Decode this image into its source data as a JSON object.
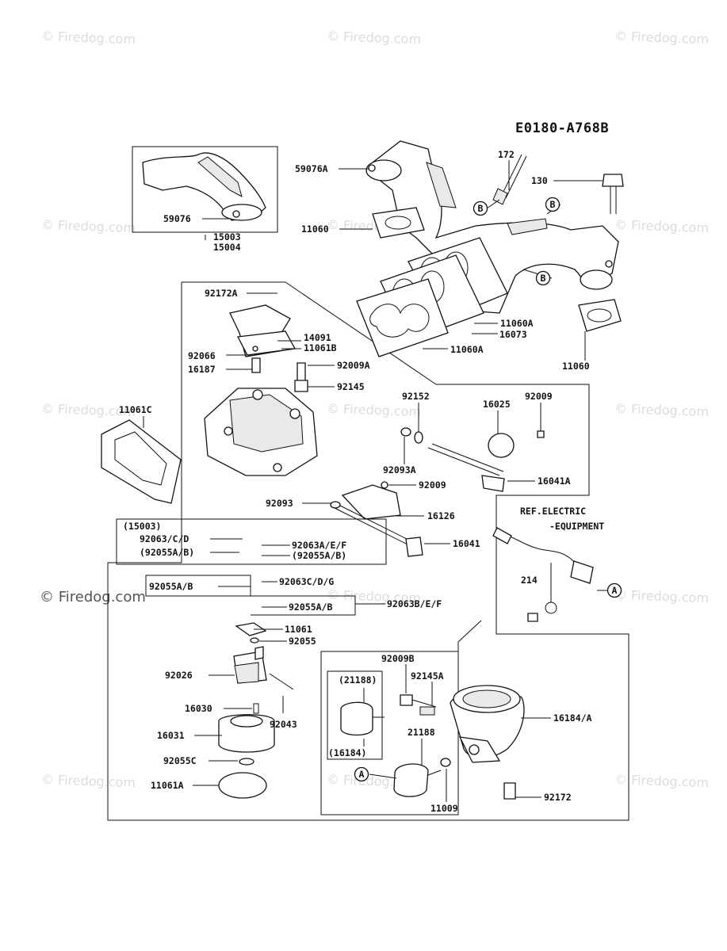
{
  "diagram_code": "E0180-A768B",
  "watermark": "© Firedog.com",
  "labels": {
    "l59076A": "59076A",
    "l172": "172",
    "l130": "130",
    "l59076": "59076",
    "l11060a": "11060",
    "l15003": "15003",
    "l15004": "15004",
    "l11060A_1": "11060A",
    "l16073": "16073",
    "l11060A_2": "11060A",
    "l11060b": "11060",
    "l92172A": "92172A",
    "l14091": "14091",
    "l11061B": "11061B",
    "l92066": "92066",
    "l16187": "16187",
    "l92009A": "92009A",
    "l92145": "92145",
    "l11061C": "11061C",
    "l92152": "92152",
    "l92009_1": "92009",
    "l16025": "16025",
    "l92093A": "92093A",
    "l16041A": "16041A",
    "l92009_2": "92009",
    "l92093": "92093",
    "l16126": "16126",
    "l15003p": "(15003)",
    "l92063CD": "92063/C/D",
    "l92055ABp": "(92055A/B)",
    "l92063AEF": "92063A/E/F",
    "l92055ABp2": "(92055A/B)",
    "l16041": "16041",
    "lRef1": "REF.ELECTRIC",
    "lRef2": "-EQUIPMENT",
    "l214": "214",
    "l92055AB_1": "92055A/B",
    "l92063CDG": "92063C/D/G",
    "l92063BEF": "92063B/E/F",
    "l92055AB_2": "92055A/B",
    "l11061": "11061",
    "l92055": "92055",
    "l92009B": "92009B",
    "l92145A": "92145A",
    "l92026": "92026",
    "l21188p": "(21188)",
    "l16184A": "16184/A",
    "l16030": "16030",
    "l92043": "92043",
    "l21188": "21188",
    "l16031": "16031",
    "l16184p": "(16184)",
    "l92055C": "92055C",
    "l11009": "11009",
    "l92172": "92172",
    "l11061A": "11061A"
  },
  "callouts": {
    "b1": "B",
    "b2": "B",
    "b3": "B",
    "a1": "A",
    "a2": "A"
  }
}
